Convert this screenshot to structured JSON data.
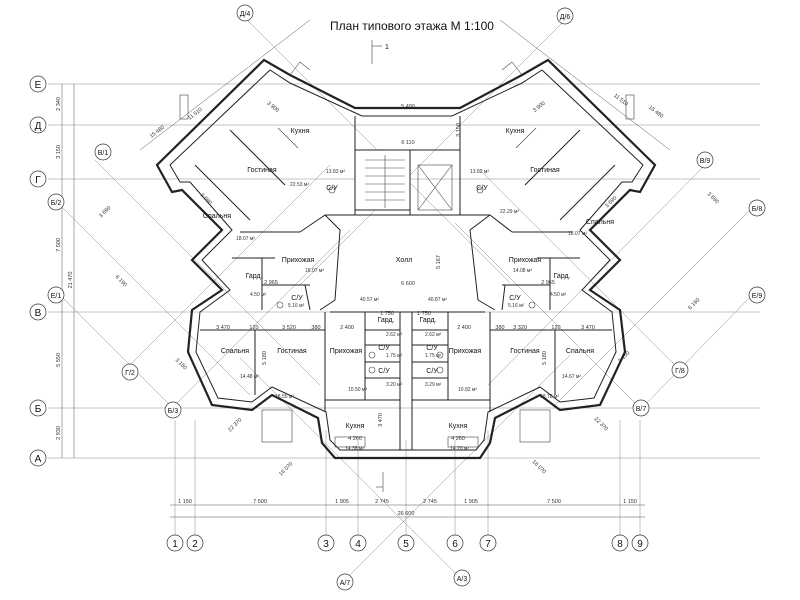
{
  "title": "План типового этажа М 1:100",
  "section_mark": "1",
  "rows": [
    "Е",
    "Д",
    "Г",
    "В",
    "Б",
    "А"
  ],
  "row_dims": [
    "2 340",
    "3 150",
    "7 500",
    "5 550",
    "2 930"
  ],
  "row_total": "21 470",
  "cols": [
    "1",
    "2",
    "3",
    "4",
    "5",
    "6",
    "7",
    "8",
    "9"
  ],
  "col_dims": [
    "1 150",
    "7 500",
    "1 905",
    "2 745",
    "2 745",
    "1 905",
    "7 500",
    "1 150"
  ],
  "col_total": "26 600",
  "diag_axes": [
    "Д/4",
    "Д/6",
    "В/1",
    "В/9",
    "Б/2",
    "Б/8",
    "Е/1",
    "Е/9",
    "Г/2",
    "Г/8",
    "Б/3",
    "В/7",
    "А/7",
    "А/3"
  ],
  "diag_dims": [
    "15 480",
    "11 510",
    "3 690",
    "3 690",
    "6 190",
    "6 190",
    "3 150",
    "3 150",
    "22 370",
    "22 370",
    "16 070",
    "16 070"
  ],
  "rooms": {
    "kitchen_tl": "Кухня",
    "kitchen_tr": "Кухня",
    "living_tl": "Гостиная",
    "living_tr": "Гостиная",
    "bedroom_tl": "Спальня",
    "bedroom_tr": "Спальня",
    "hall_l": "Прихожая",
    "hall_r": "Прихожая",
    "ward_l": "Гард.",
    "ward_r": "Гард.",
    "wc_l": "С/У",
    "wc_r": "С/У",
    "lobby": "Холл",
    "bedroom_bl": "Спальня",
    "bedroom_br": "Спальня",
    "living_bl": "Гостиная",
    "living_br": "Гостиная",
    "hall_bl": "Прихожая",
    "hall_br": "Прихожая",
    "ward_bl": "Гард.",
    "ward_br": "Гард.",
    "wc_bl1": "С/У",
    "wc_bl2": "С/У",
    "wc_br1": "С/У",
    "wc_br2": "С/У",
    "kitchen_bl": "Кухня",
    "kitchen_br": "Кухня",
    "wc_tl": "С/У",
    "wc_tr": "С/У"
  },
  "areas": {
    "a1": "13.83 м²",
    "a2": "13.82 м²",
    "a3": "22.53 м²",
    "a4": "22.29 м²",
    "a5": "18.07 м²",
    "a6": "18.07 м²",
    "a7": "16.07 м²",
    "a8": "14.08 м²",
    "a9": "4.50 м²",
    "a10": "4.50 м²",
    "a11": "5.16 м²",
    "a12": "5.16 м²",
    "a13": "40.57 м²",
    "a14": "40.87 м²",
    "a15": "14.48 м²",
    "a16": "14.67 м²",
    "a17": "18.55 м²",
    "a18": "18.78 м²",
    "a19": "10.50 м²",
    "a20": "10.82 м²",
    "a21": "3.20 м²",
    "a22": "3.29 м²",
    "a23": "14.38 м²",
    "a24": "14.20 м²",
    "a25": "2.62 м²",
    "a26": "2.62 м²",
    "a27": "1.75 м²",
    "a28": "1.75 м²"
  },
  "inner_dims": {
    "d1": "5 490",
    "d2": "6 110",
    "d3": "3 900",
    "d4": "3 900",
    "d5": "3 690",
    "d6": "3 690",
    "d7": "6 600",
    "d8": "5 167",
    "d9": "3 470",
    "d10": "3 520",
    "d11": "2 400",
    "d12": "1 750",
    "d13": "1 750",
    "d14": "2 400",
    "d15": "3 320",
    "d16": "3 470",
    "d17": "5 180",
    "d18": "5 180",
    "d19": "4 260",
    "d20": "4 260",
    "d21": "2 965",
    "d22": "2 965",
    "d23": "380",
    "d24": "380",
    "d25": "120",
    "d26": "120",
    "d27": "3 150",
    "d28": "3 470"
  }
}
